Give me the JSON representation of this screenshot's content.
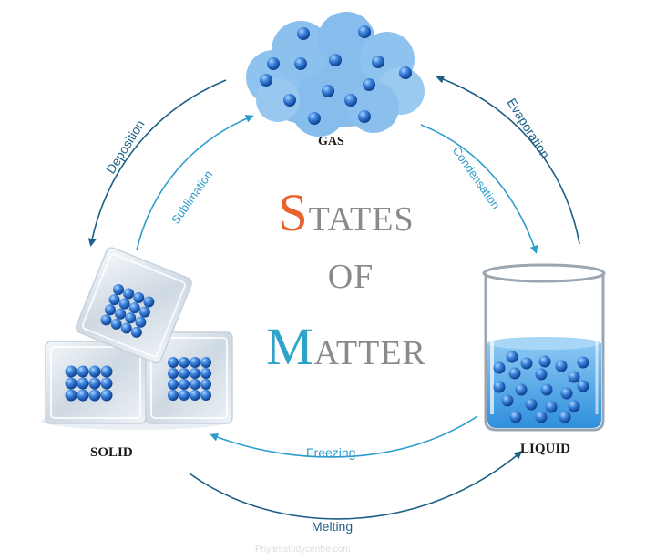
{
  "title": {
    "word1": {
      "initial": "S",
      "rest": "TATES"
    },
    "word2": "OF",
    "word3": {
      "initial": "M",
      "rest": "ATTER"
    }
  },
  "states": {
    "gas": "GAS",
    "solid": "SOLID",
    "liquid": "LIQUID"
  },
  "transitions": {
    "deposition": "Deposition",
    "sublimation": "Sublimation",
    "condensation": "Condensation",
    "evaporation": "Evaporation",
    "freezing": "Freezing",
    "melting": "Melting"
  },
  "caption": "Priyamstudycentre.com",
  "colors": {
    "title_initial_s": "#e8642c",
    "title_initial_m": "#2fa3c9",
    "title_rest": "#8a8a8a",
    "outer_arrow": "#1b5f86",
    "inner_arrow": "#2c9ccd",
    "molecule": "#1e63c4",
    "water": "#3e9fe3",
    "cloud": "#7fb9ea"
  }
}
